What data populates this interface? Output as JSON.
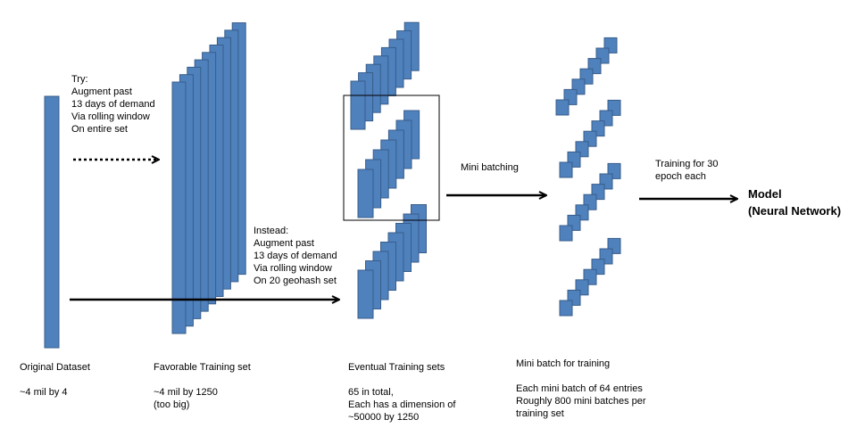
{
  "colors": {
    "block_fill": "#4F81BD",
    "block_stroke": "#385D8A",
    "arrow": "#000000"
  },
  "labels": {
    "try_note": "Try:\nAugment past\n13 days of demand\nVia rolling window\nOn entire set",
    "instead_note": "Instead:\nAugment past\n13 days of demand\nVia rolling window\nOn 20 geohash set",
    "mini_batching": "Mini batching",
    "training_note": "Training for 30\nepoch each",
    "model_title": "Model\n(Neural Network)",
    "original_title": "Original Dataset",
    "original_size": "~4 mil by 4",
    "favorable_title": "Favorable Training set",
    "favorable_size": "~4 mil by 1250\n(too big)",
    "eventual_title": "Eventual Training sets",
    "eventual_size": "65 in total,\nEach has a dimension of\n~50000 by 1250",
    "minibatch_title": "Mini batch for training",
    "minibatch_size": "Each mini batch of 64 entries\nRoughly 800 mini batches per\ntraining set"
  }
}
